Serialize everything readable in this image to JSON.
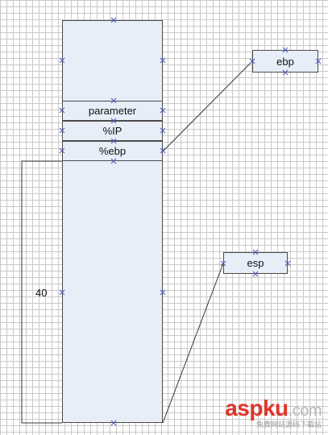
{
  "diagram": {
    "stack_slots": [
      {
        "label": "parameter"
      },
      {
        "label": "%IP"
      },
      {
        "label": "%ebp"
      }
    ],
    "ebp_box": {
      "label": "ebp"
    },
    "esp_box": {
      "label": "esp"
    },
    "frame_size_label": "40"
  },
  "watermark": {
    "brand": "aspku",
    "suffix": ".com",
    "subtitle": "免费网站源码下载站"
  }
}
